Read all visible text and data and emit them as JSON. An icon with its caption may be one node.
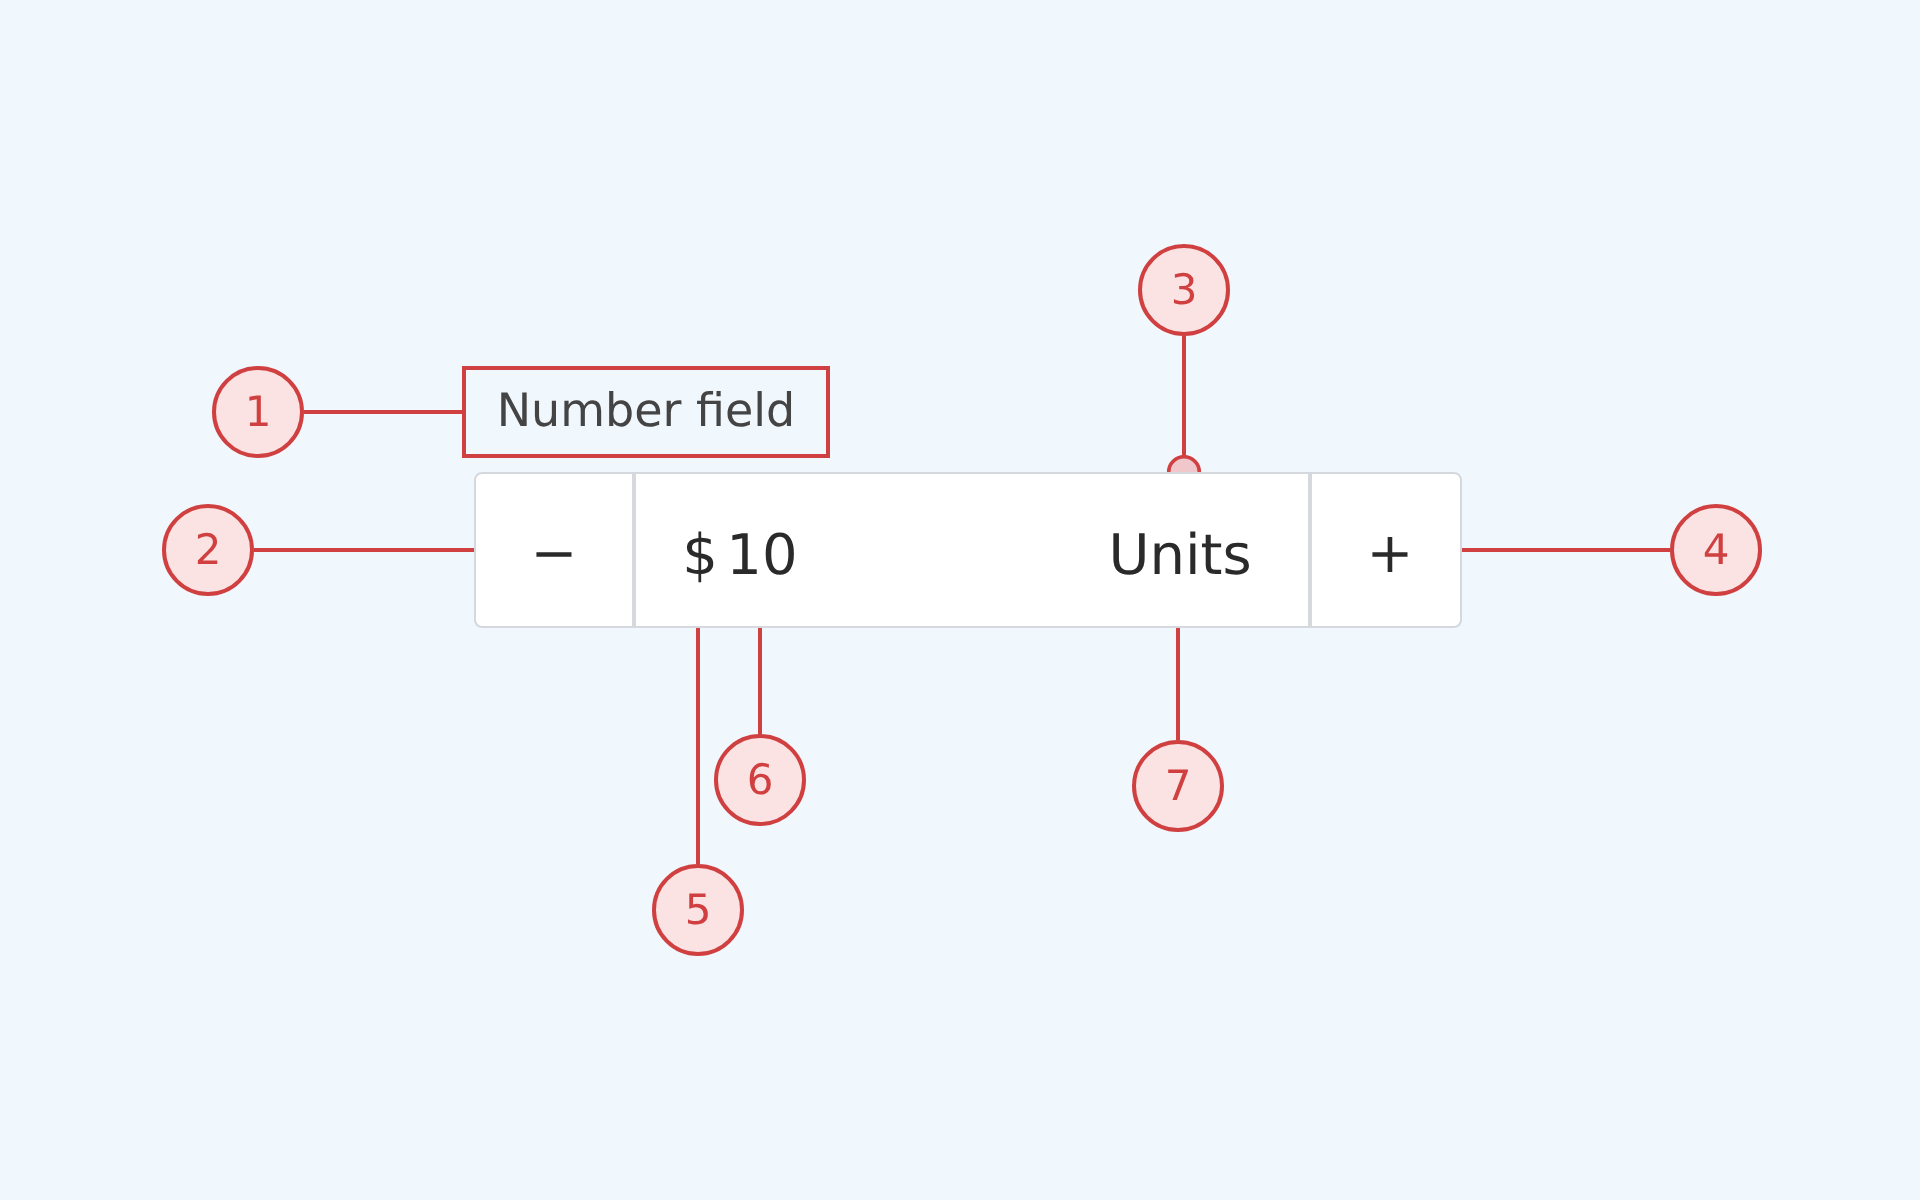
{
  "diagram": {
    "nodes": [
      {
        "text": [
          "1"
        ]
      },
      {
        "text": [
          "Number field"
        ]
      },
      {
        "text": [
          "3"
        ]
      },
      {
        "text": [],
        "shape": "box"
      },
      {
        "text": [
          "2"
        ]
      },
      {
        "text": [
          "−"
        ],
        "in": 3
      },
      {
        "text": [
          "$"
        ],
        "in": 3
      },
      {
        "text": [
          "10"
        ],
        "in": 3
      },
      {
        "text": [
          "Units"
        ],
        "in": 3
      },
      {
        "text": [
          "+"
        ],
        "in": 3
      },
      {
        "text": [
          "4"
        ]
      },
      {
        "text": [
          "6"
        ]
      },
      {
        "text": [
          "7"
        ]
      },
      {
        "text": [
          "5"
        ]
      }
    ],
    "edges": [
      {
        "from": 0,
        "to": 1,
        "arrow": "none"
      },
      {
        "from": 2,
        "to": 3,
        "arrow": "other"
      },
      {
        "from": 4,
        "to": 5,
        "arrow": "other"
      },
      {
        "from": 10,
        "to": 9,
        "arrow": "other"
      },
      {
        "from": 13,
        "to": 6,
        "arrow": "other"
      },
      {
        "from": 11,
        "to": 7,
        "arrow": "other"
      },
      {
        "from": 12,
        "to": 8,
        "arrow": "other"
      }
    ]
  }
}
